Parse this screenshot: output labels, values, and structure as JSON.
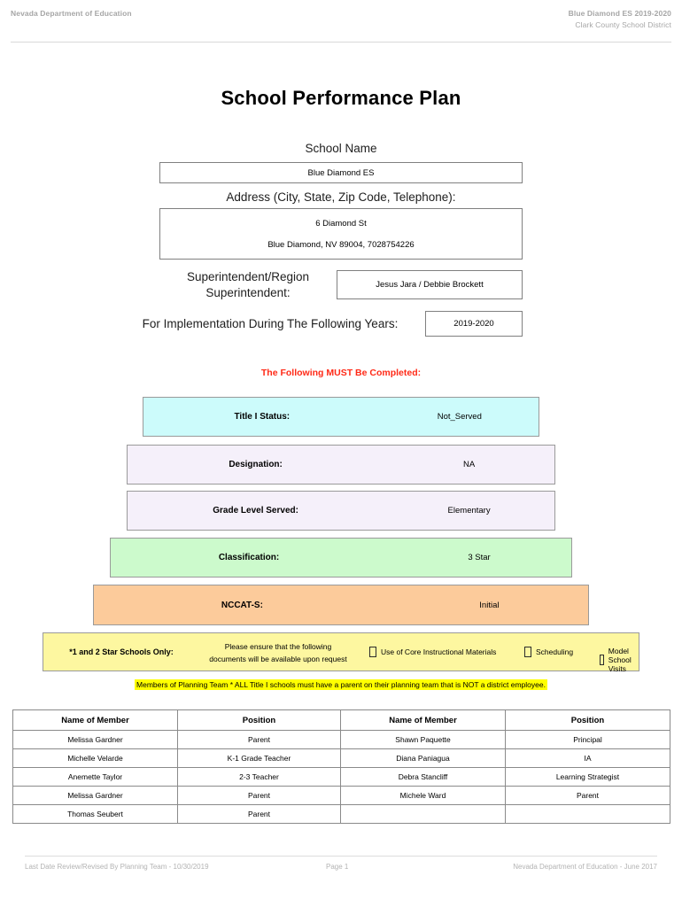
{
  "header": {
    "left": "Nevada Department of Education",
    "right_line1": "Blue Diamond ES  2019-2020",
    "right_line2": "Clark County School District"
  },
  "title": "School Performance Plan",
  "identity": {
    "school_name_label": "School Name",
    "school_name_value": "Blue Diamond ES",
    "address_label": "Address (City, State, Zip Code, Telephone):",
    "address_line1": "6 Diamond St",
    "address_line2": "Blue Diamond, NV  89004, 7028754226",
    "superintendent_label": "Superintendent/Region Superintendent:",
    "superintendent_value": "Jesus Jara / Debbie Brockett",
    "years_label": "For Implementation During The Following Years:",
    "years_value": "2019-2020"
  },
  "must_complete_note": "The Following MUST Be Completed:",
  "status_bars": [
    {
      "label": "Title I Status:",
      "value": "Not_Served",
      "color": "#ccfbfb"
    },
    {
      "label": "Designation:",
      "value": "NA",
      "color": "#f5f0fa"
    },
    {
      "label": "Grade Level Served:",
      "value": "Elementary",
      "color": "#f5f0fa"
    },
    {
      "label": "Classification:",
      "value": "3 Star",
      "color": "#ccfacc"
    },
    {
      "label": "NCCAT-S:",
      "value": "Initial",
      "color": "#fccb9b"
    }
  ],
  "star_schools_row": {
    "title": "*1 and 2 Star Schools Only:",
    "note_line1": "Please ensure that the following",
    "note_line2": "documents will be available upon request",
    "checkboxes": [
      {
        "label": "Use of Core Instructional Materials",
        "checked": false
      },
      {
        "label": "Scheduling",
        "checked": false
      },
      {
        "label": "Model School Visits",
        "checked": false
      }
    ],
    "highlight_color": "#fdf7a0"
  },
  "team_note": "Members of Planning Team * ALL Title I schools must have a parent on their planning team that is NOT a district employee.",
  "members_table": {
    "columns": [
      "Name of Member",
      "Position",
      "Name of Member",
      "Position"
    ],
    "rows": [
      [
        "Melissa Gardner",
        "Parent",
        "Shawn Paquette",
        "Principal"
      ],
      [
        "Michelle Velarde",
        "K-1 Grade Teacher",
        "Diana Paniagua",
        "IA"
      ],
      [
        "Anemette Taylor",
        "2-3 Teacher",
        "Debra Stancliff",
        "Learning Strategist"
      ],
      [
        "Melissa Gardner",
        "Parent",
        "Michele Ward",
        "Parent"
      ],
      [
        "Thomas Seubert",
        "Parent",
        "",
        ""
      ]
    ]
  },
  "footer": {
    "left": "Last Date Review/Revised By Planning Team - 10/30/2019",
    "center": "Page 1",
    "right": "Nevada Department of Education - June 2017"
  }
}
